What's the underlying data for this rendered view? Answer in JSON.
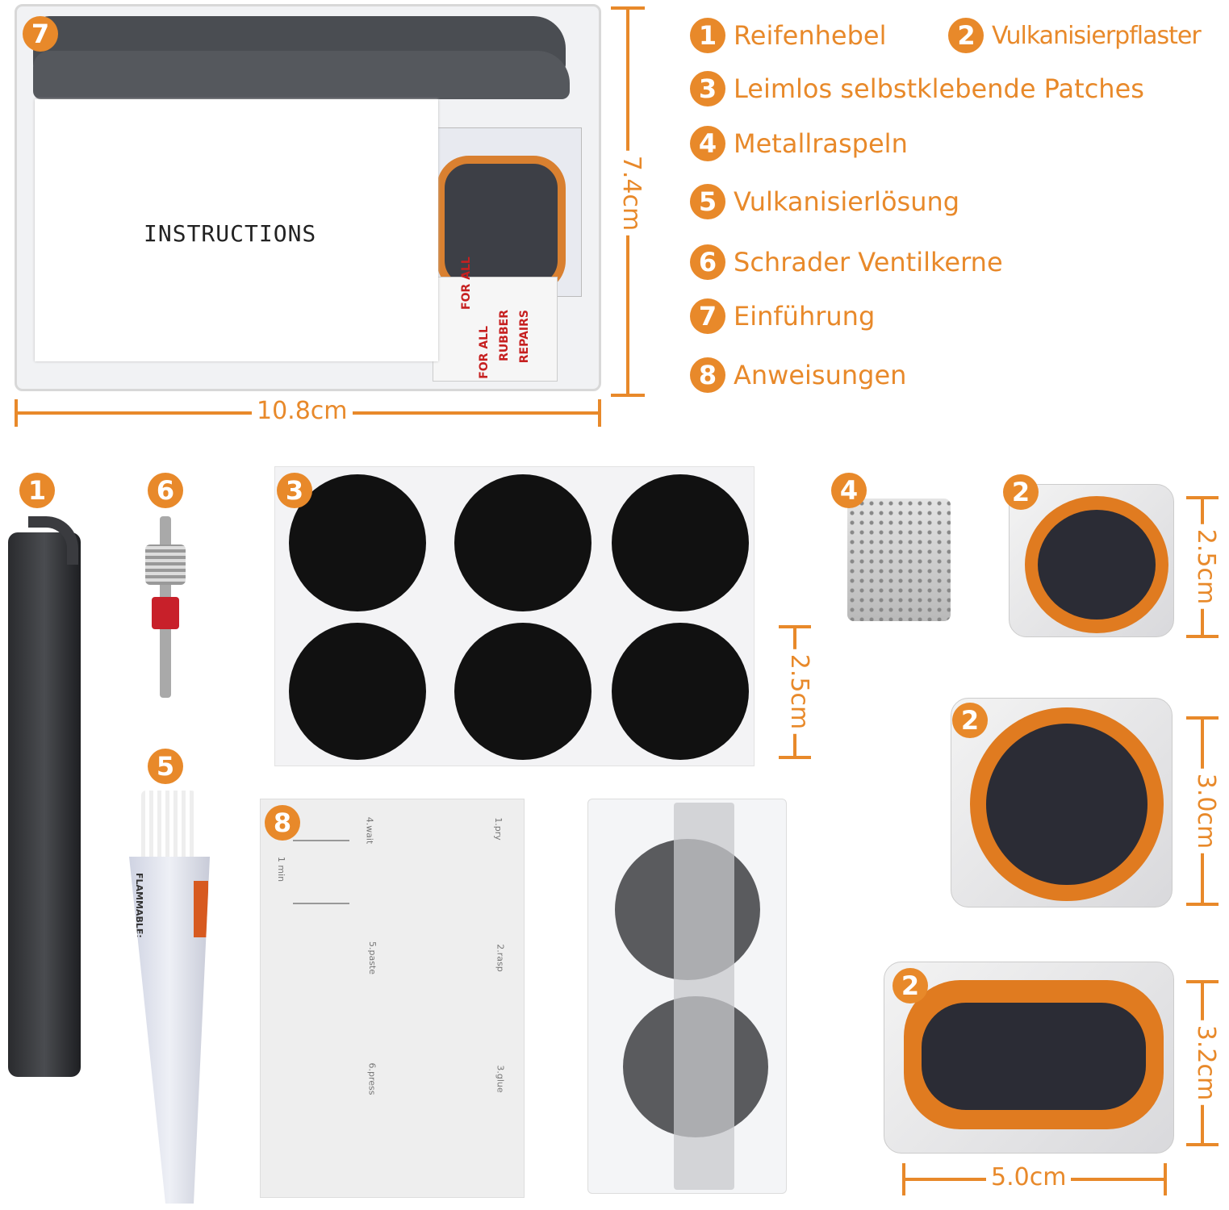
{
  "colors": {
    "accent": "#e8892a"
  },
  "box": {
    "badge": "7",
    "instruction_card": "INSTRUCTIONS",
    "packet_text": [
      "FOR ALL",
      "RUBBER",
      "REPAIRS"
    ],
    "width_label": "10.8cm",
    "height_label": "7.4cm"
  },
  "legend": [
    {
      "num": "1",
      "label": "Reifenhebel"
    },
    {
      "num": "2",
      "label": "Vulkanisierpflaster"
    },
    {
      "num": "3",
      "label": "Leimlos selbstklebende Patches"
    },
    {
      "num": "4",
      "label": "Metallraspeln"
    },
    {
      "num": "5",
      "label": "Vulkanisierlösung"
    },
    {
      "num": "6",
      "label": "Schrader Ventilkerne"
    },
    {
      "num": "7",
      "label": "Einführung"
    },
    {
      "num": "8",
      "label": "Anweisungen"
    }
  ],
  "items": {
    "lever_badge": "1",
    "valve_badge": "6",
    "patches_badge": "3",
    "patches_size": "2.5cm",
    "rasp_badge": "4",
    "patch_small_badge": "2",
    "patch_small_size": "2.5cm",
    "patch_medium_badge": "2",
    "patch_medium_size": "3.0cm",
    "patch_rect_badge": "2",
    "patch_rect_height": "3.2cm",
    "patch_rect_width": "5.0cm",
    "glue_badge": "5",
    "glue_text": "FLAMMABLE:",
    "manual_badge": "8",
    "manual_steps": [
      "1.pry",
      "4.wait",
      "1 min",
      "2.rasp",
      "5.paste",
      "3.glue",
      "6.press"
    ]
  }
}
